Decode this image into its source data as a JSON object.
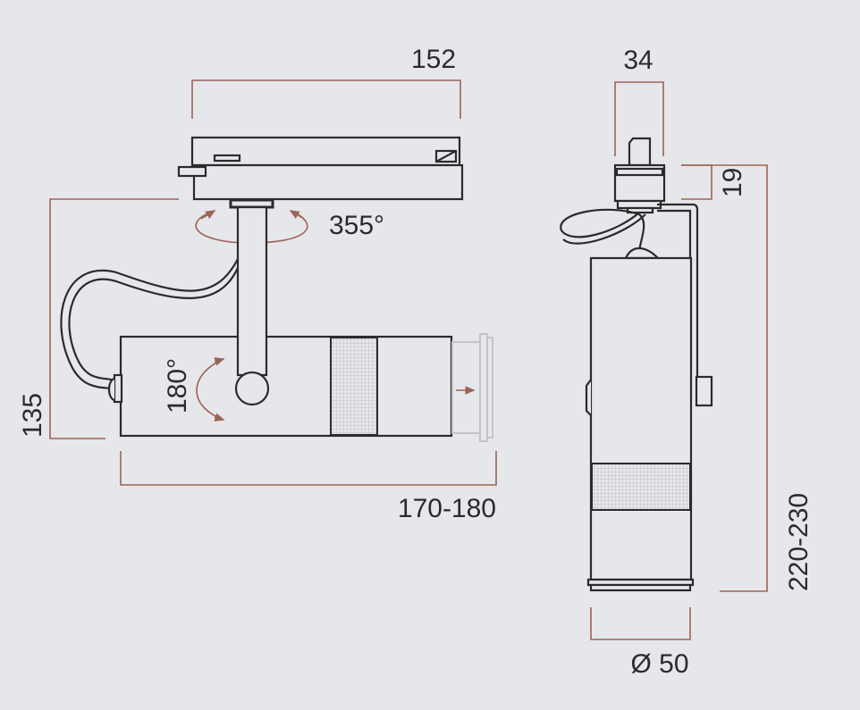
{
  "drawing": {
    "front_view": {
      "width_adapter": "152",
      "rotation_horizontal": "355°",
      "tilt_vertical": "180°",
      "height": "135",
      "length": "170-180"
    },
    "side_view": {
      "adapter_width": "34",
      "adapter_height": "19",
      "total_height": "220-230",
      "diameter": "Ø 50"
    },
    "colors": {
      "line": "#2b2b2b",
      "dimension": "#9c6456",
      "background": "#e6e7eb"
    }
  }
}
